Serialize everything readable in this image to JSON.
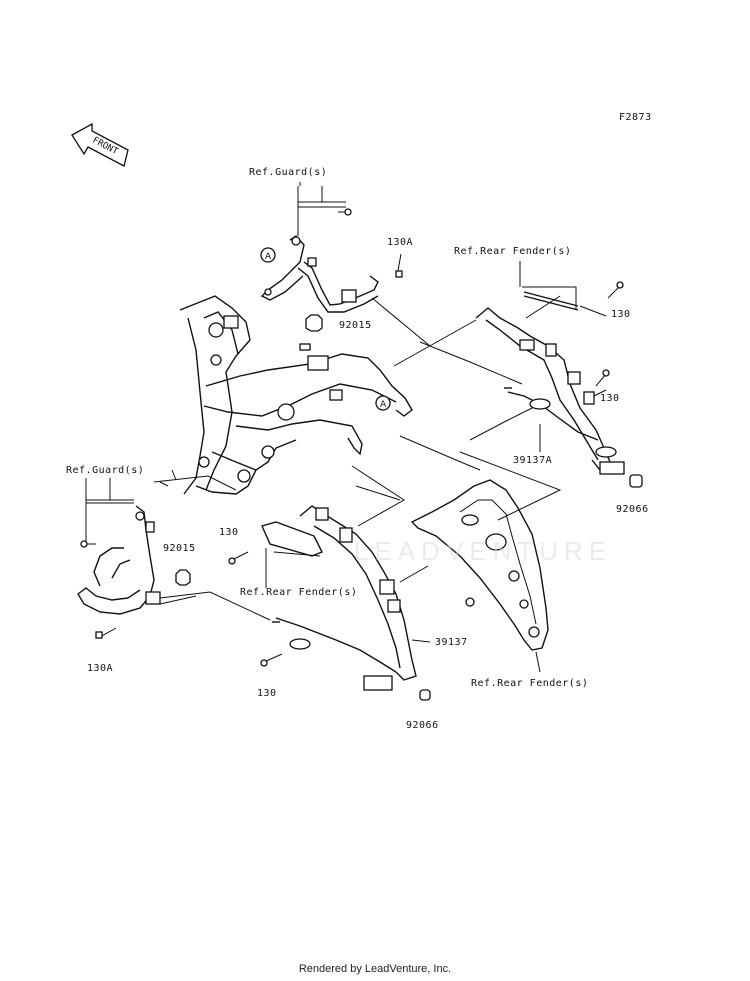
{
  "figure_code": "F2873",
  "front_arrow_text": "FRONT",
  "ref_a_marker": "A",
  "watermark_text": "LEADVENTURE",
  "footer_text": "Rendered by LeadVenture, Inc.",
  "labels": {
    "ref_guard_top": "Ref.Guard(s)",
    "ref_guard_left": "Ref.Guard(s)",
    "ref_rear_fender_top": "Ref.Rear Fender(s)",
    "ref_rear_fender_mid": "Ref.Rear Fender(s)",
    "ref_rear_fender_bottom": "Ref.Rear Fender(s)",
    "part_130a_top": "130A",
    "part_130a_left": "130A",
    "part_92015_top": "92015",
    "part_92015_left": "92015",
    "part_130_right_top": "130",
    "part_130_right_mid": "130",
    "part_130_mid_left": "130",
    "part_130_bottom": "130",
    "part_39137a": "39137A",
    "part_39137": "39137",
    "part_92066_right": "92066",
    "part_92066_bottom": "92066"
  }
}
